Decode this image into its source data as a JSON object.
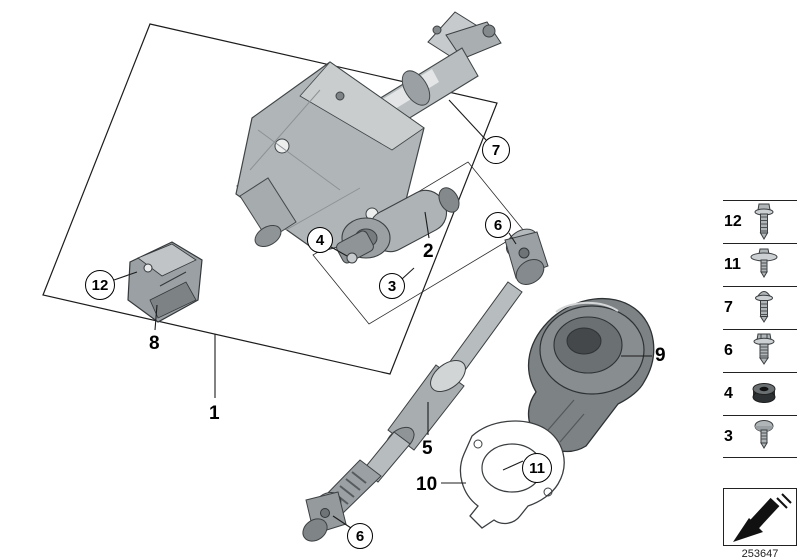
{
  "figure": {
    "doc_number": "253647",
    "subject": "steering-column-assembly-diagram"
  },
  "callouts": {
    "1": "1",
    "2": "2",
    "3": "3",
    "4": "4",
    "5": "5",
    "6_upper": "6",
    "6_lower": "6",
    "7": "7",
    "8": "8",
    "9": "9",
    "10": "10",
    "11": "11",
    "12": "12"
  },
  "legend": {
    "rows": [
      {
        "label": "12",
        "icon": "screw-with-washer-icon"
      },
      {
        "label": "11",
        "icon": "screw-with-large-washer-icon"
      },
      {
        "label": "7",
        "icon": "pan-head-screw-icon"
      },
      {
        "label": "6",
        "icon": "hex-flange-bolt-icon"
      },
      {
        "label": "4",
        "icon": "rubber-grommet-icon"
      },
      {
        "label": "3",
        "icon": "dome-head-screw-icon"
      }
    ],
    "footer_icon": "installation-direction-arrow-icon"
  }
}
